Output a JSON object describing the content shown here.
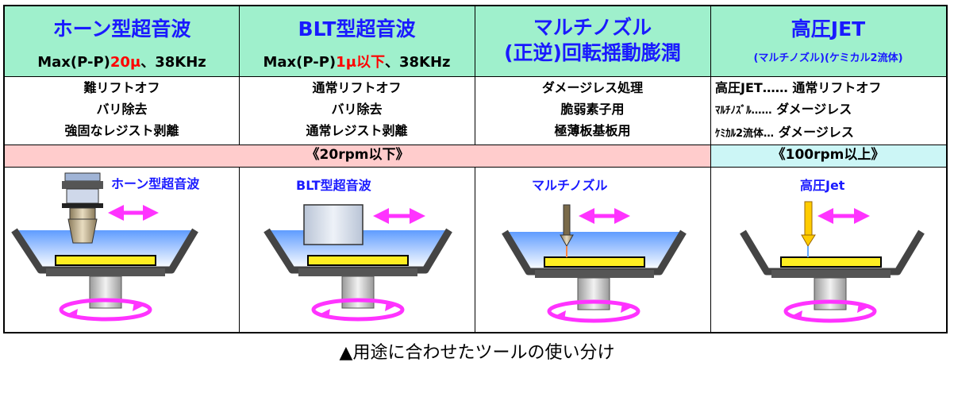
{
  "columns": [
    {
      "title": "ホーン型超音波",
      "spec_prefix": "Max(P-P)",
      "spec_highlight": "20μ",
      "spec_suffix": "、38KHz",
      "uses": [
        "難リフトオフ",
        "バリ除去",
        "強固なレジスト剥離"
      ],
      "picture_label": "ホーン型超音波"
    },
    {
      "title": "BLT型超音波",
      "spec_prefix": "Max(P-P)",
      "spec_highlight": "1μ以下",
      "spec_suffix": "、38KHz",
      "uses": [
        "通常リフトオフ",
        "バリ除去",
        "通常レジスト剥離"
      ],
      "picture_label": "BLT型超音波"
    },
    {
      "title": "マルチノズル",
      "title_line2": "(正逆)回転揺動膨潤",
      "uses": [
        "ダメージレス処理",
        "脆弱素子用",
        "極薄板基板用"
      ],
      "picture_label": "マルチノズル"
    },
    {
      "title": "高圧JET",
      "subtitle": "(マルチノズル)(ケミカル2流体)",
      "uses": [
        {
          "left": "高圧JET……",
          "right": "通常リフトオフ"
        },
        {
          "left": "ﾏﾙﾁﾉｽﾞﾙ……",
          "right": "ダメージレス"
        },
        {
          "left": "ｹﾐｶﾙ2流体…",
          "right": "ダメージレス"
        }
      ],
      "picture_label": "高圧Jet"
    }
  ],
  "speed_bands": [
    {
      "label": "《20rpm以下》",
      "color": "#ffcccc"
    },
    {
      "label": "《100rpm以上》",
      "color": "#ccf6f6"
    }
  ],
  "caption": "▲用途に合わせたツールの使い分け",
  "colors": {
    "header_bg": "#9ff0cc",
    "title_text": "#1a1aff",
    "highlight_text": "#ff0000",
    "arrow": "#ff33ff",
    "wafer": "#ffee22",
    "liquid_top": "#6fa8ff",
    "liquid_bottom": "#ffffff",
    "bowl": "#555555"
  }
}
